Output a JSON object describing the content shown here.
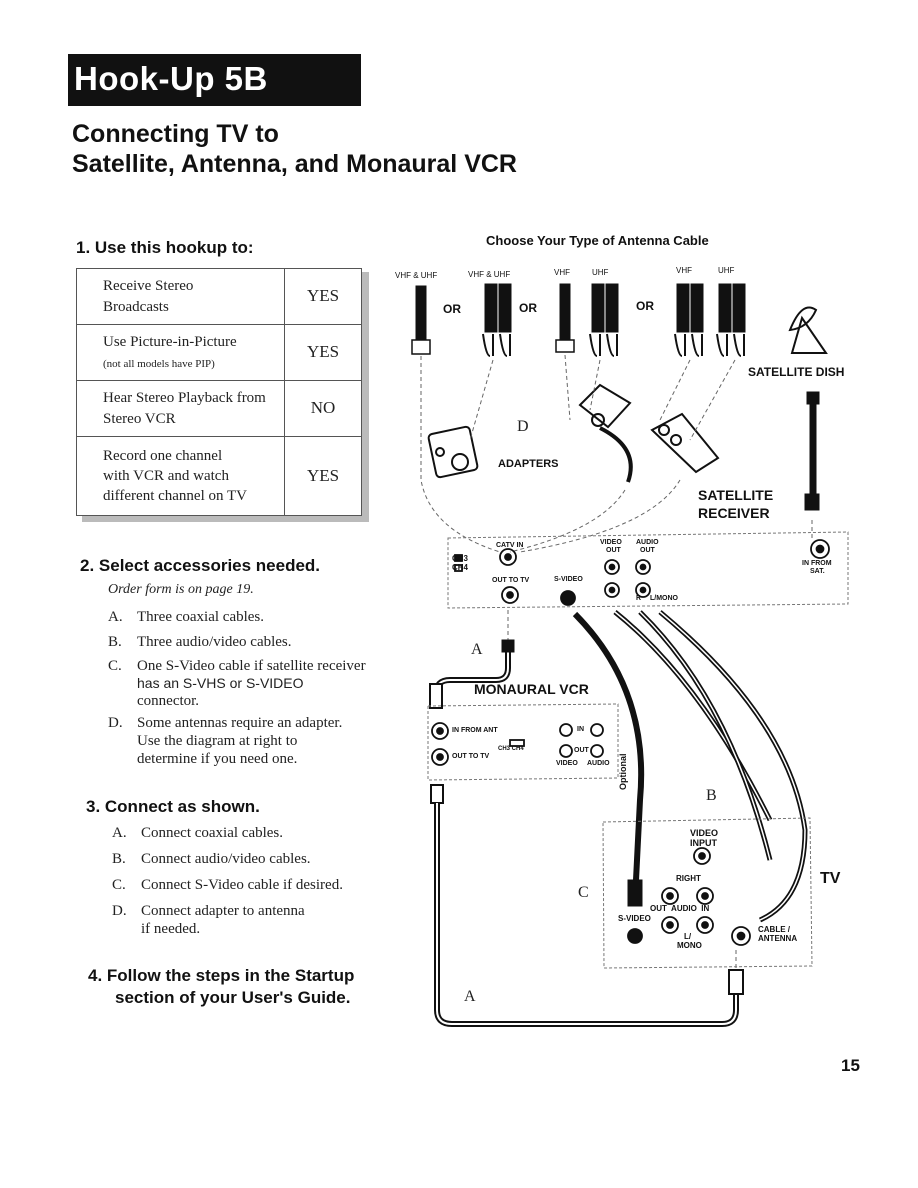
{
  "header": {
    "banner": "Hook-Up 5B",
    "title_line1": "Connecting TV to",
    "title_line2": "Satellite, Antenna, and Monaural VCR"
  },
  "step1": {
    "heading": "1.  Use this hookup to:",
    "rows": [
      {
        "line1": "Receive Stereo",
        "line2": "Broadcasts",
        "answer": "YES"
      },
      {
        "line1": "Use Picture-in-Picture",
        "line2": "(not all models have PIP)",
        "answer": "YES"
      },
      {
        "line1": "Hear Stereo Playback from",
        "line2": "Stereo VCR",
        "answer": "NO"
      },
      {
        "line1": "Record one channel",
        "line2": "with VCR and watch",
        "line3": "different channel on TV",
        "answer": "YES"
      }
    ]
  },
  "step2": {
    "heading": "2.  Select accessories needed.",
    "note": "Order form is on page 19.",
    "items": [
      {
        "letter": "A.",
        "lines": [
          "Three coaxial cables."
        ]
      },
      {
        "letter": "B.",
        "lines": [
          "Three audio/video cables."
        ]
      },
      {
        "letter": "C.",
        "lines": [
          "One S-Video cable if satellite receiver",
          "has an S-VHS or S-VIDEO",
          "connector."
        ]
      },
      {
        "letter": "D.",
        "lines": [
          "Some antennas require an adapter.",
          "Use the diagram at right to",
          "determine if you need one."
        ]
      }
    ]
  },
  "step3": {
    "heading": "3.  Connect as shown.",
    "items": [
      {
        "letter": "A.",
        "lines": [
          "Connect coaxial cables."
        ]
      },
      {
        "letter": "B.",
        "lines": [
          "Connect audio/video cables."
        ]
      },
      {
        "letter": "C.",
        "lines": [
          "Connect S-Video cable if desired."
        ]
      },
      {
        "letter": "D.",
        "lines": [
          "Connect adapter to antenna",
          "if needed."
        ]
      }
    ]
  },
  "step4": {
    "line1": "4.  Follow the steps in the Startup",
    "line2": "section of your User's Guide."
  },
  "diagram": {
    "heading": "Choose Your Type of Antenna Cable",
    "vhf_uhf_1": "VHF & UHF",
    "vhf_uhf_2": "VHF & UHF",
    "vhf_1": "VHF",
    "uhf_1": "UHF",
    "vhf_2": "VHF",
    "uhf_2": "UHF",
    "or": "OR",
    "satellite_dish": "SATELLITE DISH",
    "letter_d": "D",
    "adapters": "ADAPTERS",
    "satellite_receiver_1": "SATELLITE",
    "satellite_receiver_2": "RECEIVER",
    "catv_in": "CATV IN",
    "ch3": "CH3",
    "ch4": "CH4",
    "out_to_tv": "OUT TO TV",
    "s_video": "S-VIDEO",
    "video_out_1": "VIDEO",
    "video_out_2": "OUT",
    "audio_out_1": "AUDIO",
    "audio_out_2": "OUT",
    "r": "R",
    "l_mono": "L/MONO",
    "in_from_sat_1": "IN FROM",
    "in_from_sat_2": "SAT.",
    "letter_a": "A",
    "monaural_vcr": "MONAURAL VCR",
    "in_from_ant": "IN FROM ANT",
    "in": "IN",
    "ch3_ch4": "CH3  CH4",
    "out_to_tv_vcr": "OUT TO TV",
    "out": "OUT",
    "video": "VIDEO",
    "audio": "AUDIO",
    "optional": "Optional",
    "letter_b": "B",
    "letter_c": "C",
    "tv": "TV",
    "video_input_1": "VIDEO",
    "video_input_2": "INPUT",
    "right": "RIGHT",
    "out_audio_in": "OUT  AUDIO  IN",
    "s_video_tv": "S-VIDEO",
    "l_mono_tv_1": "L/",
    "l_mono_tv_2": "MONO",
    "cable_antenna_1": "CABLE /",
    "cable_antenna_2": "ANTENNA"
  },
  "page_number": "15"
}
